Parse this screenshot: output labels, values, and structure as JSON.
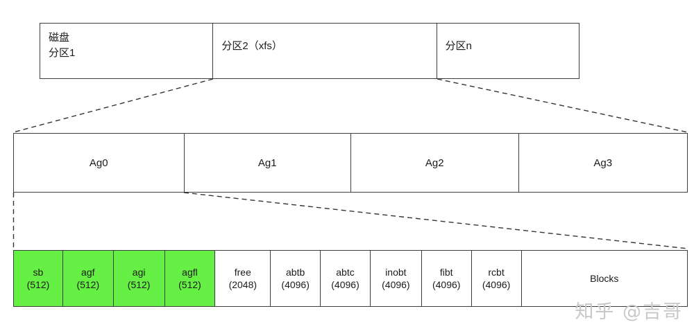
{
  "diagram": {
    "title": "XFS disk layout diagram",
    "colors": {
      "green_block": "#66EF44",
      "border": "#3D3D3D",
      "background": "#FFFFFF",
      "watermark": "#C9C9C9"
    },
    "partition_row": {
      "name": "disk-partitions",
      "cells": [
        {
          "line1": "磁盘",
          "line2": "分区1"
        },
        {
          "line1": "",
          "line2": "分区2（xfs）"
        },
        {
          "line1": "",
          "line2": "分区n"
        }
      ]
    },
    "ag_row": {
      "name": "allocation-groups",
      "cells": [
        {
          "label": "Ag0"
        },
        {
          "label": "Ag1"
        },
        {
          "label": "Ag2"
        },
        {
          "label": "Ag3"
        }
      ]
    },
    "ag_detail_row": {
      "name": "ag-internal-layout",
      "cells": [
        {
          "label": "sb",
          "size": "(512)",
          "highlight": true
        },
        {
          "label": "agf",
          "size": "(512)",
          "highlight": true
        },
        {
          "label": "agi",
          "size": "(512)",
          "highlight": true
        },
        {
          "label": "agfl",
          "size": "(512)",
          "highlight": true
        },
        {
          "label": "free",
          "size": "(2048)",
          "highlight": false
        },
        {
          "label": "abtb",
          "size": "(4096)",
          "highlight": false
        },
        {
          "label": "abtc",
          "size": "(4096)",
          "highlight": false
        },
        {
          "label": "inobt",
          "size": "(4096)",
          "highlight": false
        },
        {
          "label": "fibt",
          "size": "(4096)",
          "highlight": false
        },
        {
          "label": "rcbt",
          "size": "(4096)",
          "highlight": false
        },
        {
          "label": "Blocks",
          "size": "",
          "highlight": false
        }
      ]
    },
    "watermark": {
      "text": "知乎 @吉哥"
    }
  }
}
